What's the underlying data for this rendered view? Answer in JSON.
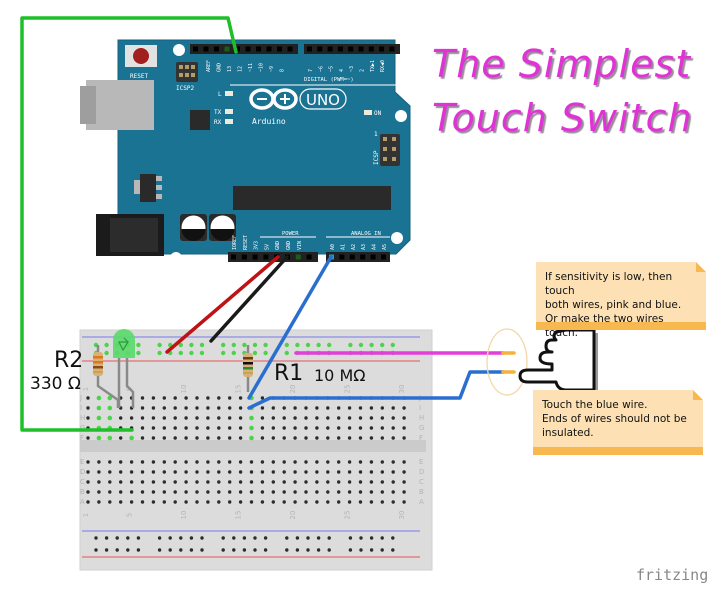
{
  "title": {
    "line1": "The Simplest",
    "line2": "Touch Switch",
    "color": "#e033d6"
  },
  "notes": [
    {
      "id": "sensitivity",
      "lines": [
        "If sensitivity is low, then touch",
        "both wires, pink and blue.",
        "Or make the two wires touch."
      ]
    },
    {
      "id": "touch",
      "lines": [
        "Touch the blue wire.",
        "Ends of wires should not be",
        "insulated."
      ]
    }
  ],
  "components": {
    "r2": {
      "name": "R2",
      "value": "330 Ω"
    },
    "r1": {
      "name": "R1",
      "value": "10 MΩ"
    },
    "led": {
      "color": "green"
    }
  },
  "arduino": {
    "model": "UNO",
    "brand": "Arduino",
    "reset_label": "RESET",
    "icsp2_label": "ICSP2",
    "icsp_label": "ICSP",
    "icsp_pin1": "1",
    "led_labels": {
      "l": "L",
      "tx": "TX",
      "rx": "RX",
      "on": "ON"
    },
    "digital_label": "DIGITAL (PWM=~)",
    "digital_pins_left": [
      "AREF",
      "GND",
      "13",
      "12",
      "~11",
      "~10",
      "~9",
      "8"
    ],
    "digital_pins_right": [
      "7",
      "~6",
      "~5",
      "4",
      "~3",
      "2",
      "TX▶1",
      "RX◀0"
    ],
    "power_label": "POWER",
    "power_pins": [
      "IOREF",
      "RESET",
      "3V3",
      "5V",
      "GND",
      "GND",
      "VIN"
    ],
    "analog_label": "ANALOG IN",
    "analog_pins": [
      "A0",
      "A1",
      "A2",
      "A3",
      "A4",
      "A5"
    ],
    "board_color": "#1b7394"
  },
  "breadboard": {
    "column_labels": [
      "1",
      "5",
      "10",
      "15",
      "20",
      "25",
      "30"
    ],
    "row_labels_top": [
      "J",
      "I",
      "H",
      "G",
      "F"
    ],
    "row_labels_bottom": [
      "E",
      "D",
      "C",
      "B",
      "A"
    ]
  },
  "wires": [
    {
      "from": "D13",
      "to": "breadboard F-row",
      "color": "#1fbf2a"
    },
    {
      "from": "5V",
      "to": "power rail +",
      "color": "#d0141a"
    },
    {
      "from": "GND",
      "to": "power rail -",
      "color": "#222222"
    },
    {
      "from": "A0",
      "to": "breadboard J-col16",
      "color": "#2a6fd0"
    },
    {
      "from": "breadboard",
      "to": "touch point blue",
      "color": "#2a6fd0"
    },
    {
      "from": "power rail",
      "to": "touch point pink",
      "color": "#e33ed9"
    }
  ],
  "watermark": "fritzing"
}
